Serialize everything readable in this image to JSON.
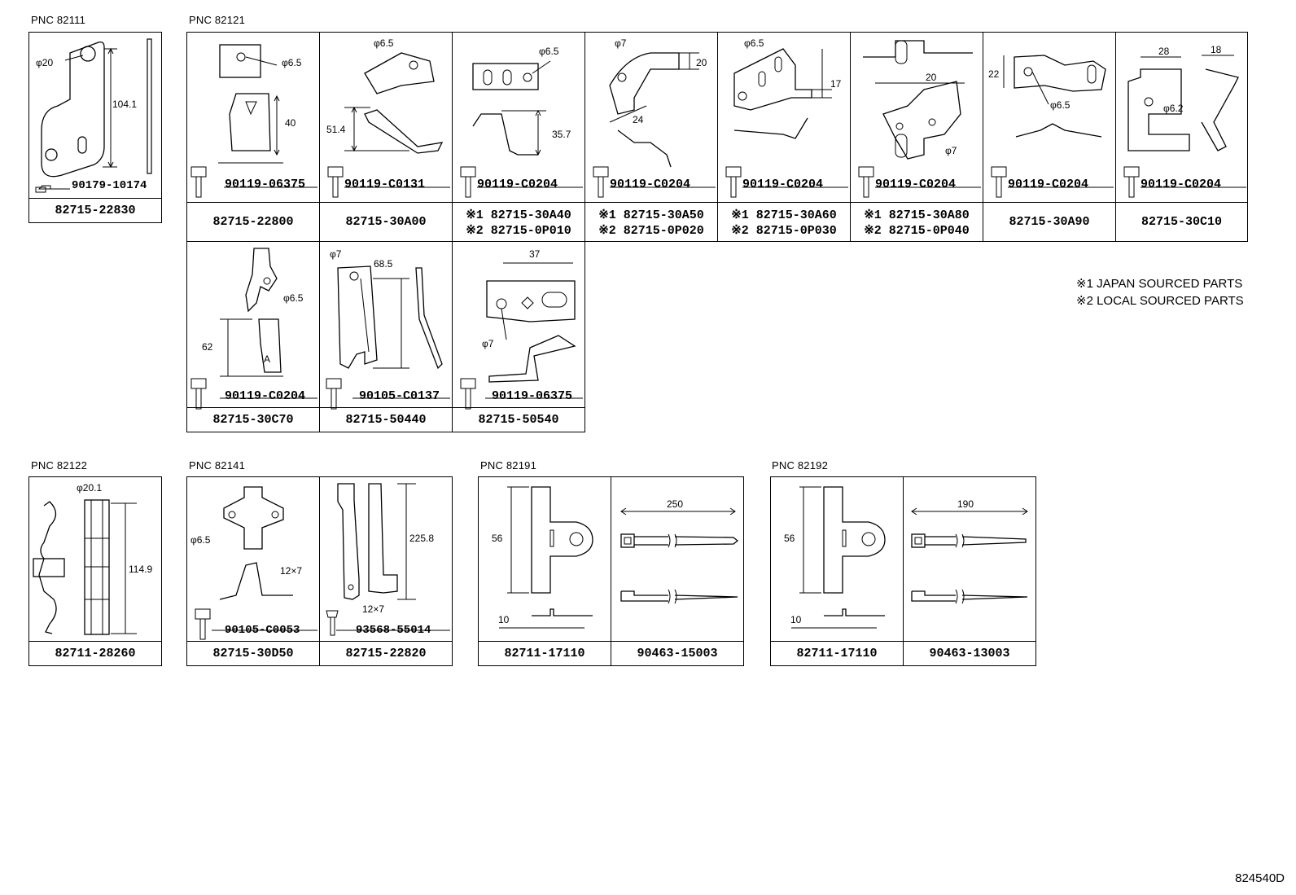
{
  "groups": [
    {
      "id": "82111",
      "label": "PNC 82111"
    },
    {
      "id": "82121",
      "label": "PNC 82121"
    },
    {
      "id": "82122",
      "label": "PNC 82122"
    },
    {
      "id": "82141",
      "label": "PNC 82141"
    },
    {
      "id": "82191",
      "label": "PNC 82191"
    },
    {
      "id": "82192",
      "label": "PNC 82192"
    }
  ],
  "cells": {
    "c82111": {
      "part": "82715-22830",
      "fastener": "90179-10174",
      "dims": [
        "φ20",
        "104.1"
      ]
    },
    "r1c1": {
      "part": "82715-22800",
      "fastener": "90119-06375",
      "dims": [
        "φ6.5",
        "40"
      ]
    },
    "r1c2": {
      "part": "82715-30A00",
      "fastener": "90119-C0131",
      "dims": [
        "φ6.5",
        "51.4"
      ]
    },
    "r1c3": {
      "part1": "※1 82715-30A40",
      "part2": "※2 82715-0P010",
      "fastener": "90119-C0204",
      "dims": [
        "φ6.5",
        "35.7"
      ]
    },
    "r1c4": {
      "part1": "※1 82715-30A50",
      "part2": "※2 82715-0P020",
      "fastener": "90119-C0204",
      "dims": [
        "φ7",
        "20",
        "24"
      ]
    },
    "r1c5": {
      "part1": "※1 82715-30A60",
      "part2": "※2 82715-0P030",
      "fastener": "90119-C0204",
      "dims": [
        "φ6.5",
        "17"
      ]
    },
    "r1c6": {
      "part1": "※1 82715-30A80",
      "part2": "※2 82715-0P040",
      "fastener": "90119-C0204",
      "dims": [
        "20",
        "φ7"
      ]
    },
    "r1c7": {
      "part": "82715-30A90",
      "fastener": "90119-C0204",
      "dims": [
        "22",
        "φ6.5"
      ]
    },
    "r1c8": {
      "part": "82715-30C10",
      "fastener": "90119-C0204",
      "dims": [
        "28",
        "18",
        "φ6.2"
      ]
    },
    "r2c1": {
      "part": "82715-30C70",
      "fastener": "90119-C0204",
      "dims": [
        "φ6.5",
        "62",
        "A"
      ]
    },
    "r2c2": {
      "part": "82715-50440",
      "fastener": "90105-C0137",
      "dims": [
        "φ7",
        "68.5"
      ]
    },
    "r2c3": {
      "part": "82715-50540",
      "fastener": "90119-06375",
      "dims": [
        "37",
        "φ7"
      ]
    },
    "c82122": {
      "part": "82711-28260",
      "dims": [
        "φ20.1",
        "114.9"
      ]
    },
    "c82141a": {
      "part": "82715-30D50",
      "fastener": "90105-C0053",
      "dims": [
        "φ6.5",
        "12×7"
      ]
    },
    "c82141b": {
      "part": "82715-22820",
      "fastener": "93568-55014",
      "dims": [
        "225.8",
        "12×7"
      ]
    },
    "c82191a": {
      "part": "82711-17110",
      "dims": [
        "56",
        "10"
      ]
    },
    "c82191b": {
      "part": "90463-15003",
      "dims": [
        "250"
      ]
    },
    "c82192a": {
      "part": "82711-17110",
      "dims": [
        "56",
        "10"
      ]
    },
    "c82192b": {
      "part": "90463-13003",
      "dims": [
        "190"
      ]
    }
  },
  "notes": [
    "※1 JAPAN SOURCED PARTS",
    "※2 LOCAL SOURCED PARTS"
  ],
  "doc_id": "824540D"
}
